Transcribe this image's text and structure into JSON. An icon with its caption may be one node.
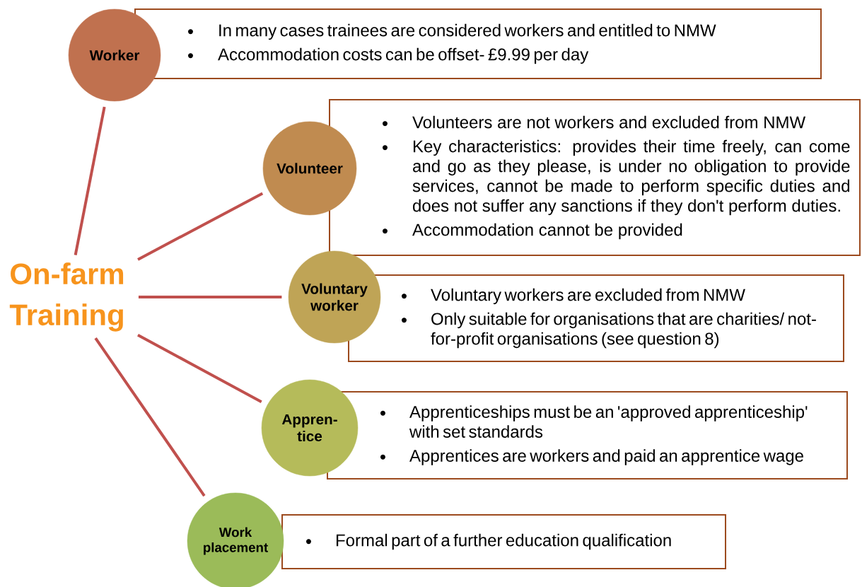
{
  "diagram": {
    "nodes": [
      {
        "text": [
          "On-farm Training"
        ]
      },
      {
        "text": [
          "Worker"
        ]
      },
      {
        "text": [
          "In many cases trainees are considered workers and entitled to NMW",
          "Accommodation costs can be offset- £9.99 per day"
        ]
      },
      {
        "text": [
          "Volunteer"
        ]
      },
      {
        "text": [
          "Volunteers are not workers and excluded from NMW",
          "Key characteristics: provides their time freely, can come and go as they please, is under no obligation to provide services, cannot be made to perform specific duties and does not suffer any sanctions if they don't perform duties.",
          "Accommodation cannot be provided"
        ]
      },
      {
        "text": [
          "Voluntary worker"
        ]
      },
      {
        "text": [
          "Voluntary workers are excluded from NMW",
          "Only suitable for organisations that are charities/ not-for-profit organisations (see question 8)"
        ]
      },
      {
        "text": [
          "Appren- tice"
        ]
      },
      {
        "text": [
          "Apprenticeships must be an 'approved apprenticeship' with set standards",
          "Apprentices are workers and paid an apprentice wage"
        ]
      },
      {
        "text": [
          "Work placement"
        ]
      },
      {
        "text": [
          "Formal part of a further education qualification"
        ]
      }
    ],
    "edges": [
      {
        "from": 0,
        "to": 1,
        "arrow": "none"
      },
      {
        "from": 0,
        "to": 3,
        "arrow": "none"
      },
      {
        "from": 0,
        "to": 5,
        "arrow": "none"
      },
      {
        "from": 0,
        "to": 7,
        "arrow": "none"
      },
      {
        "from": 0,
        "to": 9,
        "arrow": "none"
      }
    ]
  }
}
